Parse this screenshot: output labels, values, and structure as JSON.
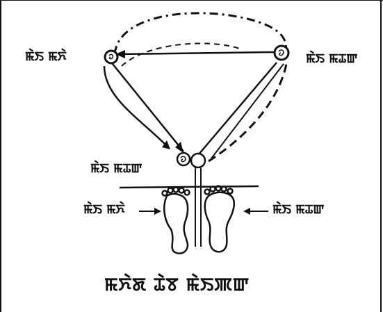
{
  "diagram": {
    "labels": {
      "top_left": "ꯃꯥꯏ ꯃꯈꯥ",
      "top_right": "ꯃꯥꯏ ꯃꯊꯛ",
      "middle": "ꯃꯥꯏ ꯃꯊꯛ",
      "foot_left": "ꯃꯥꯏ ꯃꯈꯥ",
      "foot_right": "ꯃꯥꯏ ꯃꯊꯛ"
    },
    "caption": "ꯃꯈꯥꯗ ꯊꯥꯕ ꯃꯥꯏꯄꯛ"
  },
  "colors": {
    "ink": "#111111",
    "background": "#ffffff"
  }
}
